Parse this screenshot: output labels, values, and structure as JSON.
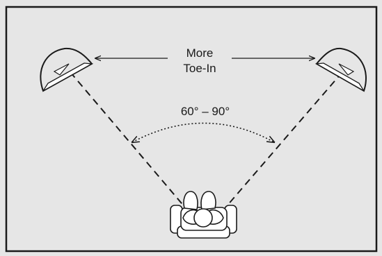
{
  "diagram": {
    "toe_in_label_line1": "More",
    "toe_in_label_line2": "Toe-In",
    "angle_label": "60° – 90°",
    "colors": {
      "room_fill": "#e6e6e6",
      "room_border": "#1a1a1a",
      "line": "#1a1a1a",
      "furniture_fill": "#ffffff"
    },
    "icons": {
      "left_speaker": "speaker-icon",
      "right_speaker": "speaker-icon",
      "listener": "listener-in-chair-icon"
    }
  }
}
